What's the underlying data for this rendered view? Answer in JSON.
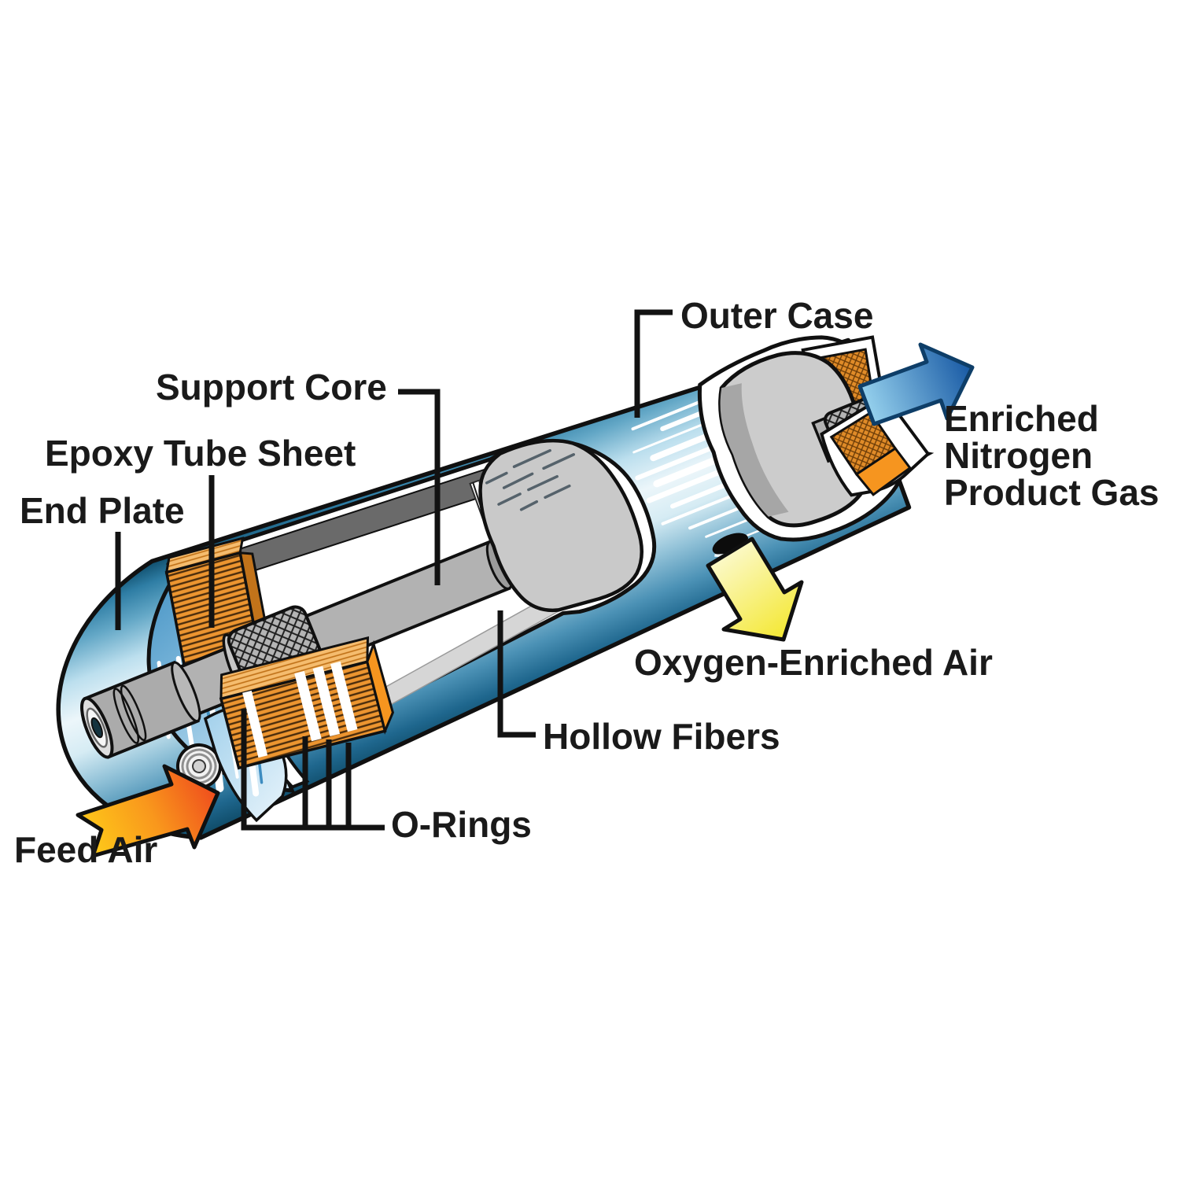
{
  "labels": {
    "outer_case": "Outer Case",
    "support_core": "Support Core",
    "epoxy_tube_sheet": "Epoxy Tube Sheet",
    "end_plate": "End Plate",
    "feed_air": "Feed Air",
    "o_rings": "O-Rings",
    "hollow_fibers": "Hollow Fibers",
    "oxygen_enriched_air": "Oxygen-Enriched Air",
    "enriched_nitrogen": {
      "line1": "Enriched",
      "line2": "Nitrogen",
      "line3": "Product Gas"
    }
  },
  "colors": {
    "outer_case_blue": "#2e7da4",
    "outer_case_dark": "#0f4d6b",
    "end_plate_blue": "#3b8cc0",
    "fiber_bundle_orange": "#e8912d",
    "bundle_end_orange": "#f6951f",
    "tube_sheet_gray": "#c9c9c9",
    "inner_wall_gray": "#6a6a6a",
    "feed_air_gradient": [
      "#ffd319",
      "#f9971c",
      "#ef4d1d"
    ],
    "oxygen_arrow_yellow": "#f4e836",
    "nitrogen_arrow_blue": "#1a5ba5",
    "outline_black": "#101010"
  }
}
